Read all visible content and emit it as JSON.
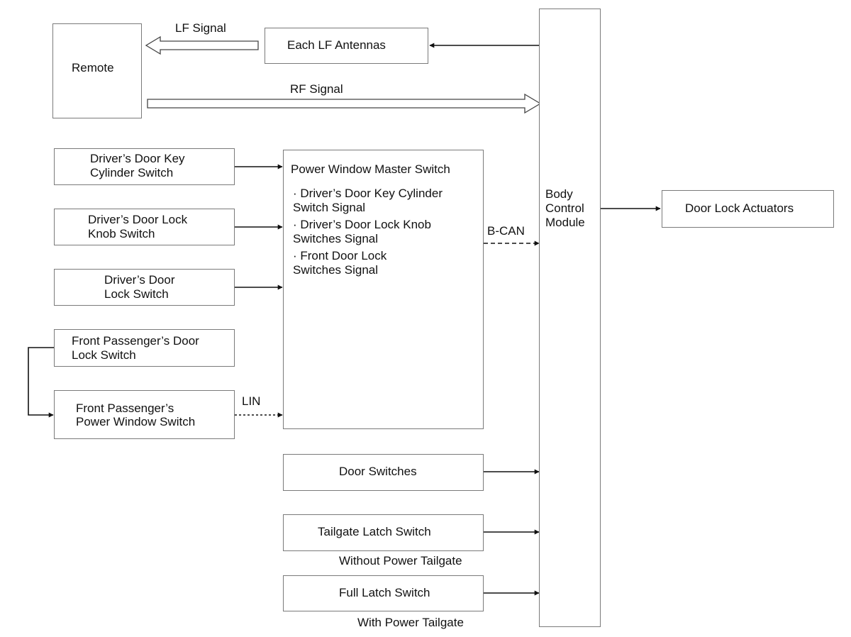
{
  "boxes": {
    "remote": "Remote",
    "lf_antennas": "Each LF Antennas",
    "bcm_line1": "Body",
    "bcm_line2": "Control",
    "bcm_line3": "Module",
    "door_lock_actuators": "Door Lock Actuators",
    "key_cyl_line1": "Driver’s Door Key",
    "key_cyl_line2": "Cylinder Switch",
    "knob_line1": "Driver’s Door Lock",
    "knob_line2": "Knob Switch",
    "dlock_line1": "Driver’s Door",
    "dlock_line2": "Lock Switch",
    "fp_lock_line1": "Front Passenger’s Door",
    "fp_lock_line2": "Lock Switch",
    "fp_pw_line1": "Front Passenger’s",
    "fp_pw_line2": "Power Window Switch",
    "pwms_title": "Power Window Master Switch",
    "pwms_items": [
      "· Driver’s Door Key Cylinder",
      "Switch Signal",
      "· Driver’s Door Lock Knob",
      "Switches Signal",
      "· Front Door Lock",
      "Switches Signal"
    ],
    "door_switches": "Door Switches",
    "tailgate_latch": "Tailgate Latch Switch",
    "full_latch": "Full Latch Switch"
  },
  "labels": {
    "lf_signal": "LF Signal",
    "rf_signal": "RF Signal",
    "bcan": "B-CAN",
    "lin": "LIN",
    "without_power_tailgate": "Without Power Tailgate",
    "with_power_tailgate": "With Power Tailgate"
  }
}
